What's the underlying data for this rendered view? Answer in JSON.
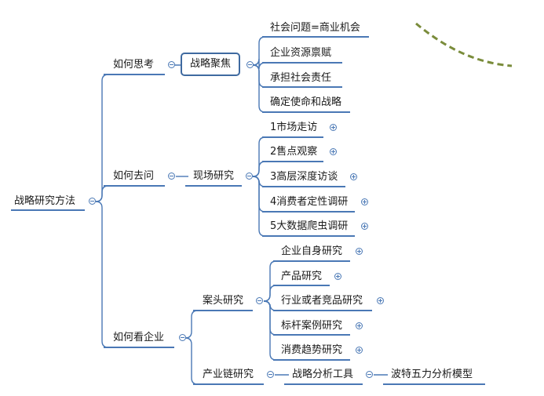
{
  "colors": {
    "branch": "#4a78b5",
    "underline": "#4a78b5",
    "focus_border": "#3f6aa0",
    "dashed_curve": "#7a8c3b"
  },
  "root": {
    "label": "战略研究方法"
  },
  "level1": {
    "think": "如何思考",
    "ask": "如何去问",
    "see": "如何看企业"
  },
  "level2": {
    "focus": "战略聚焦",
    "field": "现场研究",
    "desk": "案头研究",
    "chain": "产业链研究"
  },
  "focus_items": [
    "社会问题=商业机会",
    "企业资源禀赋",
    "承担社会责任",
    "确定使命和战略"
  ],
  "field_items": [
    "1市场走访",
    "2售点观察",
    "3高层深度访谈",
    "4消费者定性调研",
    "5大数据爬虫调研"
  ],
  "desk_items": [
    "企业自身研究",
    "产品研究",
    "行业或者竞品研究",
    "标杆案例研究",
    "消费趋势研究"
  ],
  "chain_items": {
    "tool": "战略分析工具",
    "model": "波特五力分析模型"
  }
}
